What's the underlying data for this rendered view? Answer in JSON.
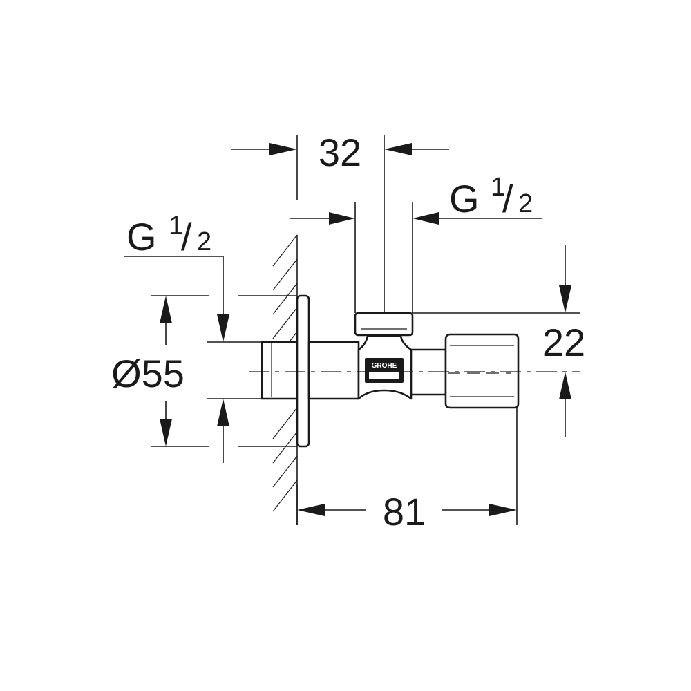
{
  "dimensions": {
    "top_width": "32",
    "height": "22",
    "length": "81",
    "diameter": "Ø55"
  },
  "threads": {
    "left": {
      "letter": "G",
      "numerator": "1",
      "slash": "/",
      "denominator": "2"
    },
    "right": {
      "letter": "G",
      "numerator": "1",
      "slash": "/",
      "denominator": "2"
    }
  },
  "logo": {
    "text": "GROHE"
  },
  "colors": {
    "line": "#1a1a1a",
    "background": "#ffffff"
  }
}
